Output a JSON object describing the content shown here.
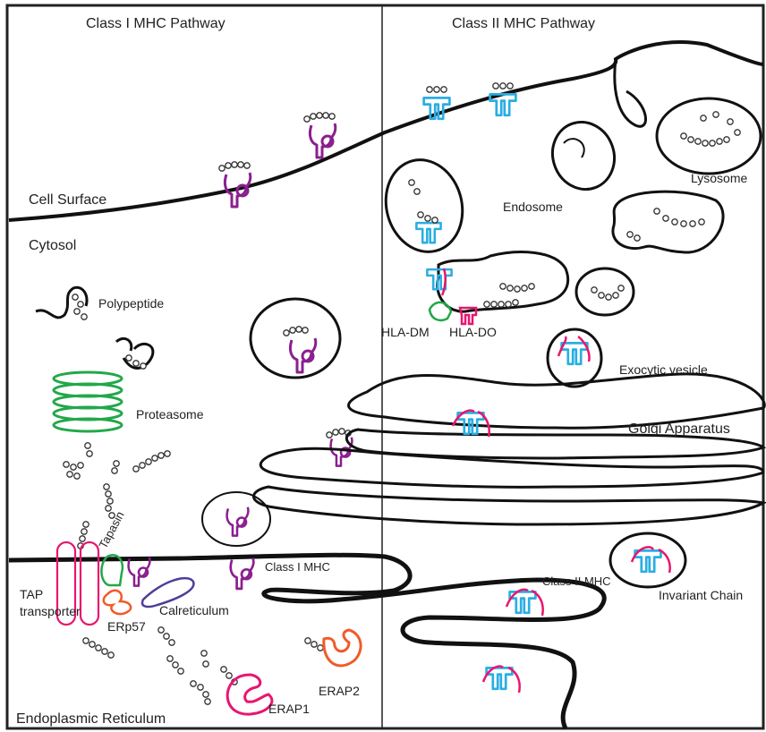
{
  "titles": {
    "class1_pathway": "Class I MHC Pathway",
    "class2_pathway": "Class II MHC Pathway"
  },
  "regions": {
    "cell_surface": "Cell Surface",
    "cytosol": "Cytosol",
    "endoplasmic_reticulum": "Endoplasmic Reticulum"
  },
  "labels": {
    "polypeptide": "Polypeptide",
    "proteasome": "Proteasome",
    "tapasin": "Tapasin",
    "tap_line1": "TAP",
    "tap_line2": "transporter",
    "erp57": "ERp57",
    "calreticulum": "Calreticulum",
    "class1_mhc": "Class I MHC",
    "erap1": "ERAP1",
    "erap2": "ERAP2",
    "endosome": "Endosome",
    "lysosome": "Lysosome",
    "hla_dm": "HLA-DM",
    "hla_do": "HLA-DO",
    "exocytic_vesicle": "Exocytic vesicle",
    "golgi_apparatus": "Golgi Apparatus",
    "class2_mhc": "Class II MHC",
    "invariant_chain": "Invariant Chain"
  },
  "colors": {
    "membrane": "#111111",
    "class1_mhc": "#8b1f8f",
    "class2_mhc": "#29aee3",
    "invariant_chain": "#e8166f",
    "proteasome": "#22a84a",
    "tapasin": "#22a84a",
    "tap_transporter": "#e8166f",
    "erp57": "#f15a29",
    "calreticulum": "#4b3f99",
    "erap1": "#e8166f",
    "erap2": "#f15a29",
    "hla_dm": "#22a84a",
    "hla_do": "#e8166f",
    "peptide": "#333333"
  }
}
